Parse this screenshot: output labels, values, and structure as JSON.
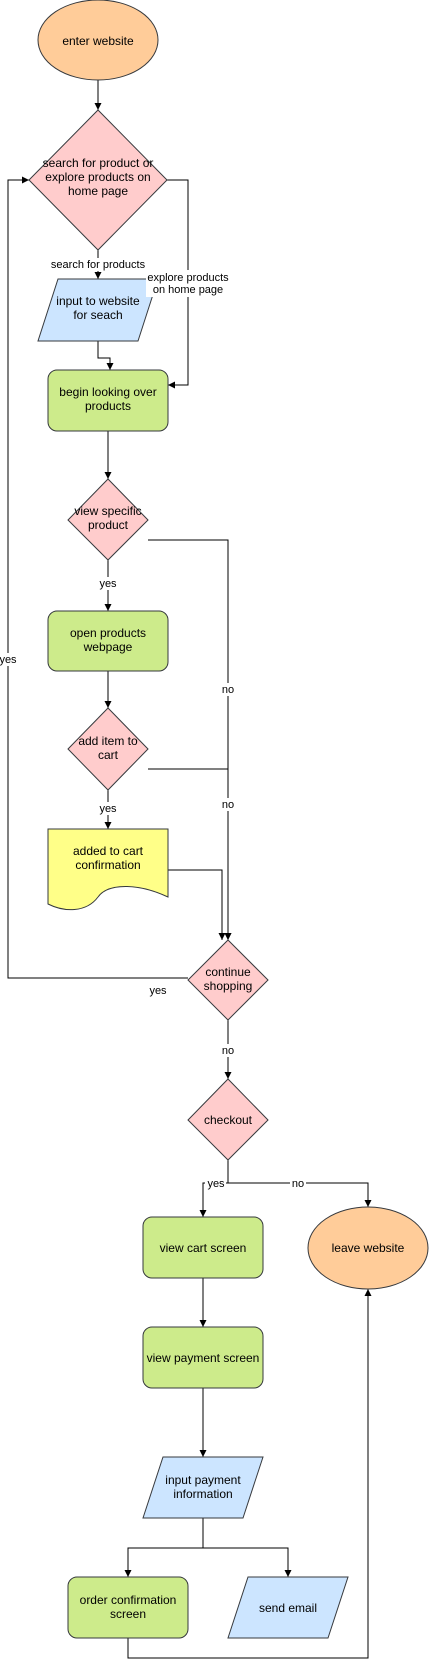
{
  "colors": {
    "terminal_fill": "#FFCC99",
    "terminal_stroke": "#36393D",
    "decision_fill": "#FFCCCC",
    "decision_stroke": "#36393D",
    "process_fill": "#CDEB8B",
    "process_stroke": "#36393D",
    "io_fill": "#CCE5FF",
    "io_stroke": "#36393D",
    "document_fill": "#FFFF88",
    "document_stroke": "#36393D",
    "line": "#000000"
  },
  "nodes": {
    "enter_website": {
      "lines": [
        "enter website"
      ]
    },
    "search_or_explore": {
      "lines": [
        "search for product or",
        "explore products  on",
        "home page"
      ]
    },
    "input_search": {
      "lines": [
        "input to website",
        "for seach"
      ]
    },
    "begin_looking": {
      "lines": [
        "begin looking over",
        "products"
      ]
    },
    "view_specific": {
      "lines": [
        "view specific",
        "product"
      ]
    },
    "open_webpage": {
      "lines": [
        "open products",
        "webpage"
      ]
    },
    "add_to_cart": {
      "lines": [
        "add item to",
        "cart"
      ]
    },
    "added_confirmation": {
      "lines": [
        "added to cart",
        "confirmation"
      ]
    },
    "continue_shopping": {
      "lines": [
        "continue",
        "shopping"
      ]
    },
    "checkout": {
      "lines": [
        "checkout"
      ]
    },
    "view_cart": {
      "lines": [
        "view cart screen"
      ]
    },
    "leave_website": {
      "lines": [
        "leave website"
      ]
    },
    "view_payment": {
      "lines": [
        "view payment screen"
      ]
    },
    "input_payment": {
      "lines": [
        "input payment",
        "information"
      ]
    },
    "order_confirmation": {
      "lines": [
        "order confirmation",
        "screen"
      ]
    },
    "send_email": {
      "lines": [
        "send email"
      ]
    }
  },
  "edge_labels": {
    "search_for_products": {
      "lines": [
        "search for products"
      ]
    },
    "explore_on_home": {
      "lines": [
        "explore products",
        "on home page"
      ]
    },
    "view_yes": {
      "lines": [
        "yes"
      ]
    },
    "view_no": {
      "lines": [
        "no"
      ]
    },
    "add_yes": {
      "lines": [
        "yes"
      ]
    },
    "add_no": {
      "lines": [
        "no"
      ]
    },
    "continue_yes_side": {
      "lines": [
        "yes"
      ]
    },
    "continue_yes_bottom": {
      "lines": [
        "yes"
      ]
    },
    "continue_no": {
      "lines": [
        "no"
      ]
    },
    "checkout_yes": {
      "lines": [
        "yes"
      ]
    },
    "checkout_no": {
      "lines": [
        "no"
      ]
    }
  }
}
